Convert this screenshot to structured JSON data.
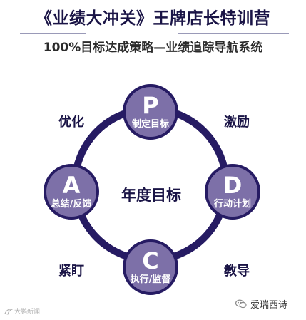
{
  "header": {
    "title": "《业绩大冲关》王牌店长特训营",
    "subtitle": "100%目标达成策略—业绩追踪导航系统"
  },
  "cycle": {
    "center_label": "年度目标",
    "nodes": [
      {
        "letter": "P",
        "label": "制定目标"
      },
      {
        "letter": "A",
        "label": "总结/反馈"
      },
      {
        "letter": "D",
        "label": "行动计划"
      },
      {
        "letter": "C",
        "label": "执行/监督"
      }
    ],
    "corners": {
      "top_left": "优化",
      "top_right": "激励",
      "bottom_left": "紧盯",
      "bottom_right": "教导"
    }
  },
  "footer": {
    "wechat_account": "爱瑞西诗",
    "watermark": "大鹏新闻"
  },
  "colors": {
    "ring": "#261b63",
    "node_fill": "#7d70a8",
    "text_dark": "#1a1446"
  }
}
